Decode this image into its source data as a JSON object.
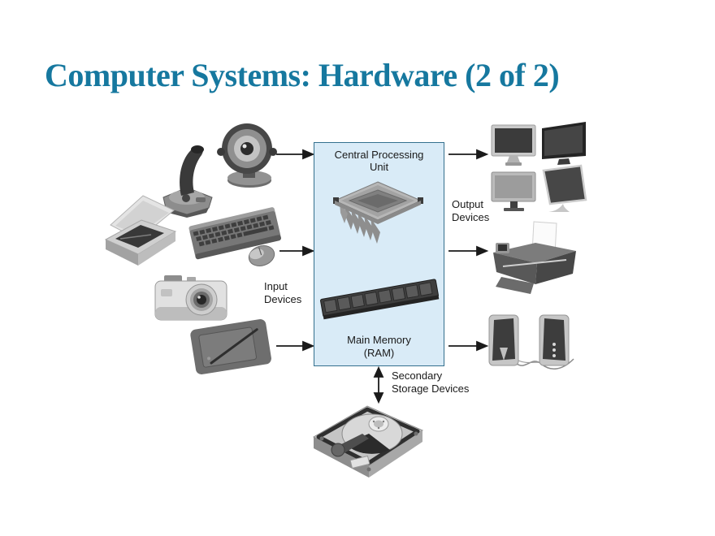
{
  "slide": {
    "title": "Computer Systems: Hardware (2 of 2)"
  },
  "colors": {
    "title_text": "#16789F",
    "box_fill": "#D9EBF7",
    "box_border": "#34708E",
    "arrow": "#1A1A1A",
    "label_text": "#1A1A1A"
  },
  "diagram": {
    "cpu_box": {
      "title_line1": "Central Processing",
      "title_line2": "Unit",
      "memory_line1": "Main Memory",
      "memory_line2": "(RAM)"
    },
    "labels": {
      "input_line1": "Input",
      "input_line2": "Devices",
      "output_line1": "Output",
      "output_line2": "Devices",
      "storage_line1": "Secondary",
      "storage_line2": "Storage Devices"
    },
    "devices": {
      "input": [
        {
          "name": "joystick"
        },
        {
          "name": "webcam"
        },
        {
          "name": "flatbed-scanner"
        },
        {
          "name": "keyboard"
        },
        {
          "name": "mouse"
        },
        {
          "name": "digital-camera"
        },
        {
          "name": "graphics-tablet"
        }
      ],
      "output": [
        {
          "name": "monitors"
        },
        {
          "name": "inkjet-printer"
        },
        {
          "name": "speakers"
        }
      ],
      "storage": [
        {
          "name": "hard-disk-drive"
        }
      ]
    }
  }
}
